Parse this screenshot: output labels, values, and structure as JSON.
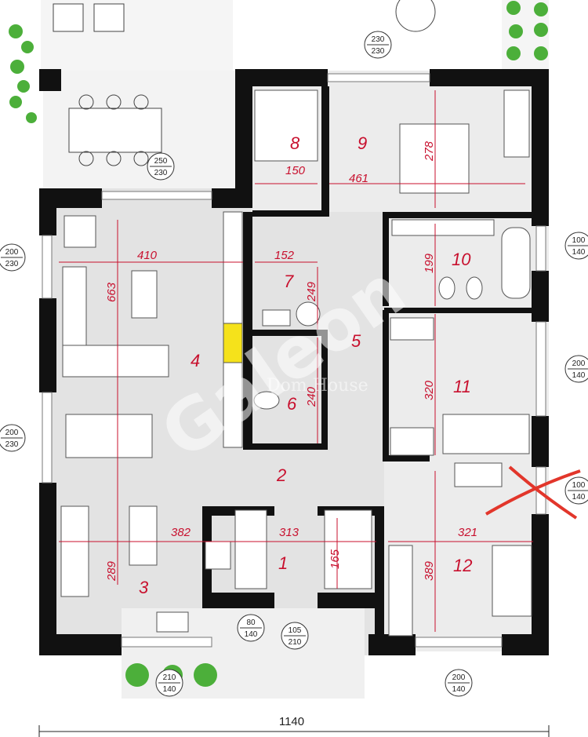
{
  "rooms": {
    "r1": "1",
    "r2": "2",
    "r3": "3",
    "r4": "4",
    "r5": "5",
    "r6": "6",
    "r7": "7",
    "r8": "8",
    "r9": "9",
    "r10": "10",
    "r11": "11",
    "r12": "12"
  },
  "dimensions": {
    "d410": "410",
    "d663": "663",
    "d152": "152",
    "d249": "249",
    "d150": "150",
    "d461": "461",
    "d278": "278",
    "d199": "199",
    "d240": "240",
    "d320": "320",
    "d382": "382",
    "d289": "289",
    "d313": "313",
    "d165": "165",
    "d321": "321",
    "d389": "389"
  },
  "openings": {
    "o1_top": "230",
    "o1_bot": "230",
    "o2_top": "250",
    "o2_bot": "230",
    "o3_top": "200",
    "o3_bot": "230",
    "o4_top": "200",
    "o4_bot": "230",
    "o5_top": "100",
    "o5_bot": "140",
    "o6_top": "200",
    "o6_bot": "140",
    "o7_top": "100",
    "o7_bot": "140",
    "o8_top": "80",
    "o8_bot": "140",
    "o9_top": "105",
    "o9_bot": "210",
    "o10_top": "210",
    "o10_bot": "140",
    "o11_top": "200",
    "o11_bot": "140"
  },
  "overall_width": "1140",
  "watermark": {
    "brand": "Galeon",
    "sub": "Dom House"
  },
  "colors": {
    "wall": "#111111",
    "floor": "#e6e6e6",
    "dimension": "#c8102e",
    "plant": "#4caf3a",
    "fireplace": "#f5e21b"
  }
}
